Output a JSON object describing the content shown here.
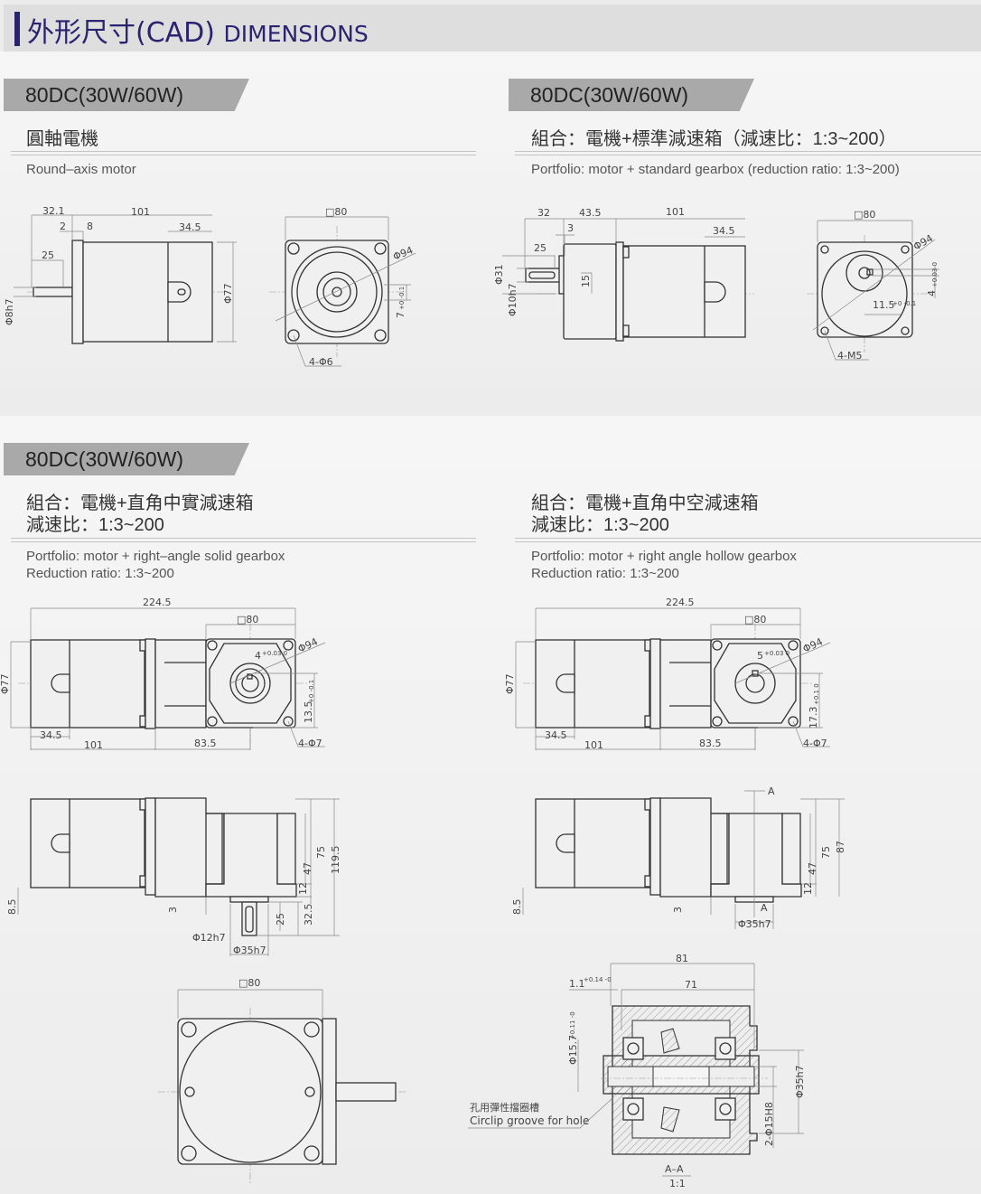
{
  "header": {
    "title_cn": "外形尺寸(CAD)",
    "title_en": "DIMENSIONS",
    "accent": "#2a2370"
  },
  "sections": [
    {
      "tag": "80DC(30W/60W)",
      "cn": "圓軸電機",
      "en": "Round–axis motor"
    },
    {
      "tag": "80DC(30W/60W)",
      "cn": "組合：電機+標準減速箱（減速比：1:3~200）",
      "en": "Portfolio: motor + standard gearbox (reduction ratio: 1:3~200)"
    },
    {
      "tag": "80DC(30W/60W)",
      "cn": "組合：電機+直角中實減速箱",
      "cn2": "減速比：1:3~200",
      "en": "Portfolio: motor + right–angle solid gearbox",
      "en2": "Reduction ratio: 1:3~200"
    },
    {
      "cn": "組合：電機+直角中空減速箱",
      "cn2": "減速比：1:3~200",
      "en": "Portfolio: motor + right angle hollow gearbox",
      "en2": "Reduction ratio: 1:3~200"
    }
  ],
  "d1": {
    "a": "32.1",
    "b": "101",
    "c": "2",
    "d": "8",
    "e": "34.5",
    "f": "25",
    "g": "Φ8h7",
    "h": "Φ77",
    "sq": "□80",
    "p": "Φ94",
    "k": "7",
    "kt": "+0 -0.1",
    "holes": "4-Φ6"
  },
  "d2": {
    "a": "32",
    "b": "43.5",
    "c": "101",
    "d": "3",
    "e": "34.5",
    "f": "25",
    "g": "Φ31",
    "h": "Φ10h7",
    "i": "15",
    "sq": "□80",
    "p": "Φ94",
    "k": "4",
    "kt": "+0.03 0",
    "m": "11.5",
    "mt": "+0 -0.1",
    "holes": "4-M5"
  },
  "d3": {
    "len": "224.5",
    "sq": "□80",
    "p": "Φ94",
    "k": "4",
    "kt": "+0.03 0",
    "dia": "Φ77",
    "h": "13.5",
    "ht": "+0 -0.1",
    "a": "34.5",
    "b": "101",
    "c": "83.5",
    "holes": "4-Φ7"
  },
  "d4": {
    "len": "224.5",
    "sq": "□80",
    "p": "Φ94",
    "k": "5",
    "kt": "+0.03 0",
    "dia": "Φ77",
    "h": "17.3",
    "ht": "+0.1 0",
    "a": "34.5",
    "b": "101",
    "c": "83.5",
    "holes": "4-Φ7"
  },
  "d5": {
    "a": "8.5",
    "b": "3",
    "c": "47",
    "d": "75",
    "e": "119.5",
    "f": "12",
    "g": "25",
    "h": "32.5",
    "i": "Φ12h7",
    "j": "Φ35h7"
  },
  "d6": {
    "a": "8.5",
    "b": "3",
    "c": "47",
    "d": "75",
    "e": "87",
    "f": "12",
    "sec": "A",
    "j": "Φ35h7"
  },
  "d7": {
    "sq": "□80"
  },
  "d8": {
    "a": "81",
    "b": "71",
    "c": "1.1",
    "ct": "+0.14 -0",
    "d": "Φ15.7",
    "dt": "+0.11 -0",
    "e": "Φ35h7",
    "f": "2-Φ15H8",
    "note_cn": "孔用彈性擋圈槽",
    "note_en": "Circlip groove for hole",
    "view": "A–A",
    "scale": "1:1"
  }
}
